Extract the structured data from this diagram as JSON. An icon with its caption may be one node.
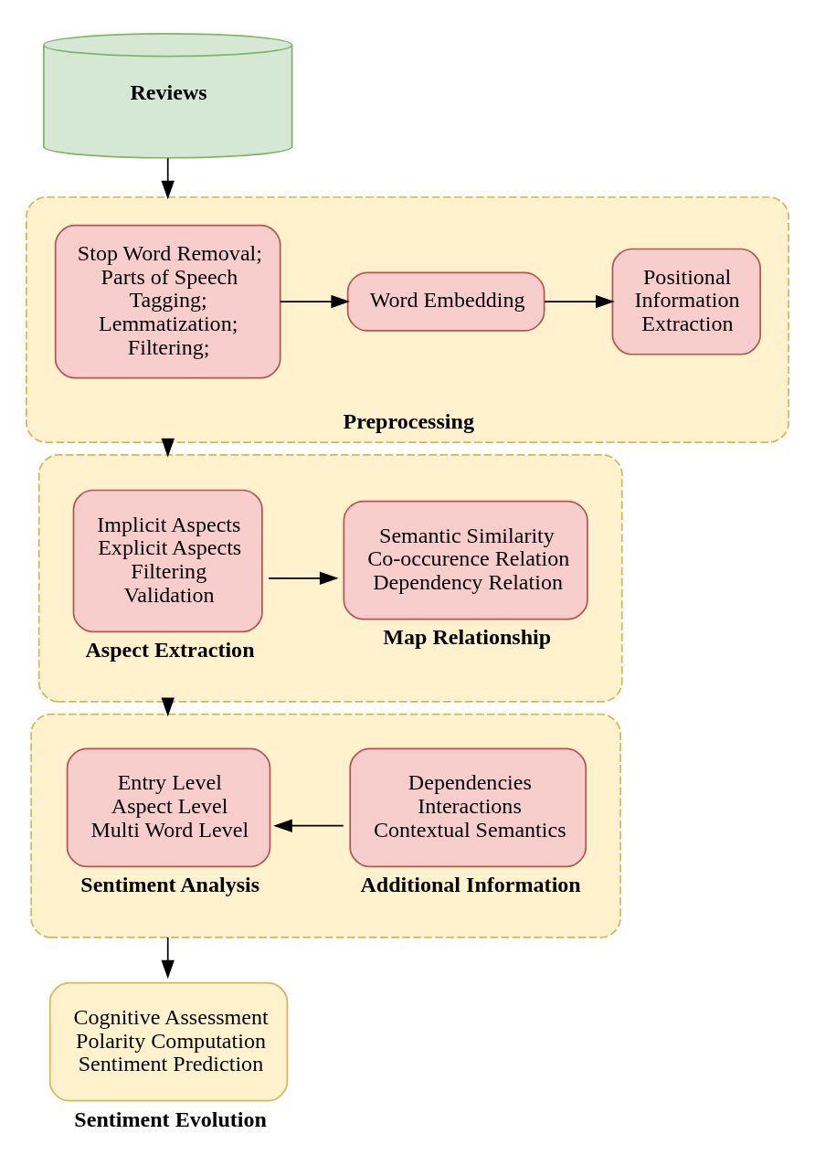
{
  "diagram": {
    "nodes": [
      {
        "text": [
          "Reviews"
        ]
      },
      {
        "text": [
          "Preprocessing"
        ]
      },
      {
        "text": [
          "Stop Word Removal; Parts of Speech Tagging; Lemmatization; Filtering;"
        ],
        "in": 1
      },
      {
        "text": [
          "Word Embedding"
        ],
        "in": 1
      },
      {
        "text": [
          "Positional Information Extraction"
        ],
        "in": 1
      },
      {
        "text": [],
        "shape": "box"
      },
      {
        "text": [
          "Implicit Aspects Explicit Aspects Filtering Validation",
          "Aspect Extraction"
        ],
        "in": 5
      },
      {
        "text": [
          "Semantic Similarity Co-occurence Relation Dependency Relation",
          "Map Relationship"
        ],
        "in": 5
      },
      {
        "text": [],
        "shape": "box"
      },
      {
        "text": [
          "Entry Level Aspect Level Multi Word Level",
          "Sentiment Analysis"
        ],
        "in": 8
      },
      {
        "text": [
          "Dependencies Interactions Contextual Semantics",
          "Additional Information"
        ],
        "in": 8
      },
      {
        "text": [
          "Cognitive Assessment Polarity Computation Sentiment Prediction",
          "Sentiment Evolution"
        ]
      }
    ],
    "edges": [
      {
        "from": 0,
        "to": 1,
        "arrow": "to"
      },
      {
        "from": 2,
        "to": 3,
        "arrow": "to"
      },
      {
        "from": 3,
        "to": 4,
        "arrow": "to"
      },
      {
        "from": 1,
        "to": 5,
        "arrow": "to"
      },
      {
        "from": 6,
        "to": 7,
        "arrow": "to"
      },
      {
        "from": 5,
        "to": 8,
        "arrow": "to"
      },
      {
        "from": 10,
        "to": 9,
        "arrow": "to"
      },
      {
        "from": 8,
        "to": 11,
        "arrow": "to"
      }
    ]
  }
}
